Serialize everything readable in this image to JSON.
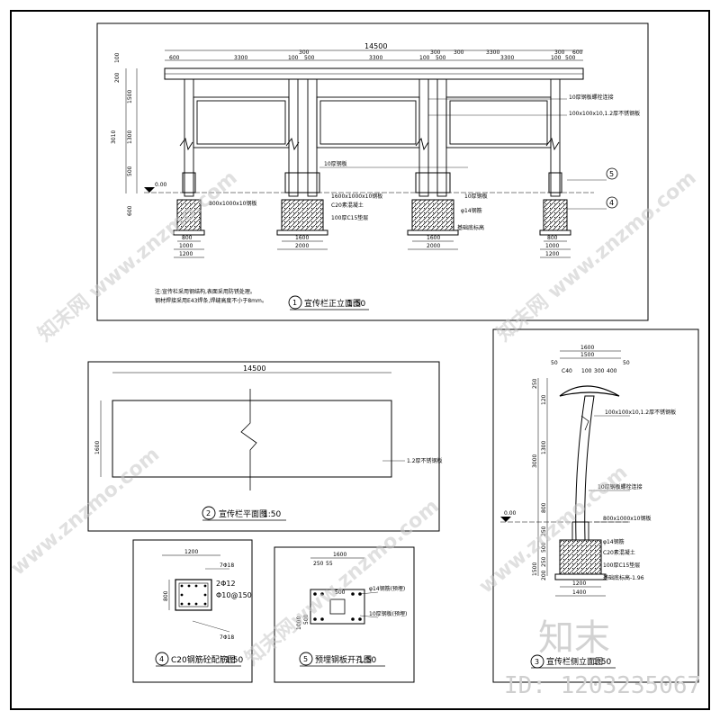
{
  "top": {
    "overall": "14500",
    "segments": [
      "600",
      "3300",
      "300",
      "100",
      "500",
      "3300",
      "300",
      "100",
      "500",
      "3300",
      "300",
      "100",
      "500",
      "3300",
      "300",
      "600"
    ],
    "left_dims": [
      "3010",
      "1500",
      "1300",
      "500",
      "600",
      "200",
      "100"
    ],
    "notes": [
      "10厚钢板螺栓连接",
      "100x100x10,1.2厚不锈钢板",
      "10厚钢板",
      "1600x1000x10钢板",
      "C20素混凝土",
      "100厚C15垫层",
      "φ14钢筋",
      "基础底标高"
    ],
    "foot": [
      "800",
      "1600",
      "2000",
      "1000",
      "1200"
    ],
    "pad_note": "800x1000x10钢板",
    "detail_refs": [
      "5",
      "4"
    ],
    "level": "0.00",
    "title_num": "1",
    "title": "宣传栏正立面图",
    "scale": "1:50",
    "remarks": [
      "注:宣传栏采用钢结构,表面采用防锈处理。",
      "钢材焊接采用E43焊条,焊缝高度不小于8mm。"
    ]
  },
  "plan": {
    "width": "14500",
    "depth": "1600",
    "note": "1.2厚不锈钢板",
    "title_num": "2",
    "title": "宣传栏平面图",
    "scale": "1:50"
  },
  "side": {
    "dims_top": [
      "1600",
      "1500",
      "50",
      "50",
      "C40",
      "100",
      "300",
      "400"
    ],
    "dims_left": [
      "250",
      "120",
      "3000",
      "1300",
      "800",
      "250",
      "500",
      "250",
      "1500",
      "200"
    ],
    "notes": [
      "100x100x10,1.2厚不锈钢板",
      "10厚钢板螺栓连接",
      "800x1000x10钢板",
      "φ14钢筋",
      "C20素混凝土",
      "100厚C15垫层",
      "基础底标高-1.96"
    ],
    "foot": [
      "1200",
      "1400"
    ],
    "level": "0.00",
    "title_num": "3",
    "title": "宣传栏侧立面图",
    "scale": "1:50"
  },
  "rebar": {
    "width": "1200",
    "height": "800",
    "labels": [
      "7Φ18",
      "2Φ12",
      "Φ10@150",
      "7Φ18"
    ],
    "title_num": "4",
    "title": "C20钢筋砼配筋图",
    "scale": "1:50"
  },
  "plate": {
    "dims": [
      "1600",
      "250",
      "55",
      "500",
      "1000",
      "500"
    ],
    "notes": [
      "φ14钢筋(预埋)",
      "10厚钢板(预埋)"
    ],
    "title_num": "5",
    "title": "预埋钢板开孔图",
    "scale": "1:50"
  },
  "watermarks": [
    "知末网 www.znzmo.com",
    "知末网 www.znzmo.com",
    "www.znzmo.com",
    "www.znzmo.com",
    "知末网www.znzmo.com"
  ],
  "logo": "知末",
  "id_text": "ID: 1203235067"
}
